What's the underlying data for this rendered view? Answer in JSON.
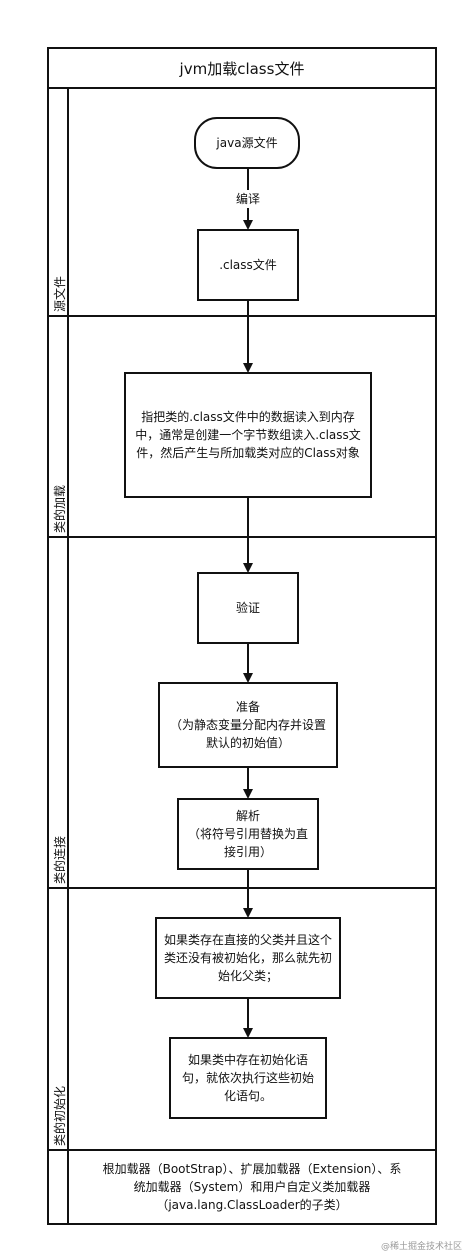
{
  "title": "jvm加载class文件",
  "lanes": [
    {
      "label": "源文件"
    },
    {
      "label": "类的加载"
    },
    {
      "label": "类的连接"
    },
    {
      "label": "类的初始化"
    },
    {
      "label": ""
    }
  ],
  "nodes": {
    "java_source": "java源文件",
    "compile_label": "编译",
    "class_file": ".class文件",
    "loading_desc": "指把类的.class文件中的数据读入到内存中，通常是创建一个字节数组读入.class文件，然后产生与所加载类对应的Class对象",
    "verify": "验证",
    "prepare_title": "准备",
    "prepare_desc": "（为静态变量分配内存并设置默认的初始值）",
    "resolve_title": "解析",
    "resolve_desc": "（将符号引用替换为直接引用）",
    "init_parent": "如果类存在直接的父类并且这个类还没有被初始化，那么就先初始化父类；",
    "init_statements": "如果类中存在初始化语句，就依次执行这些初始化语句。"
  },
  "footer": {
    "classloader_line1": "根加载器（BootStrap）、扩展加载器（Extension）、系",
    "classloader_line2": "统加载器（System）和用户自定义类加载器",
    "classloader_line3": "（java.lang.ClassLoader的子类）"
  },
  "watermark": "@稀土掘金技术社区"
}
